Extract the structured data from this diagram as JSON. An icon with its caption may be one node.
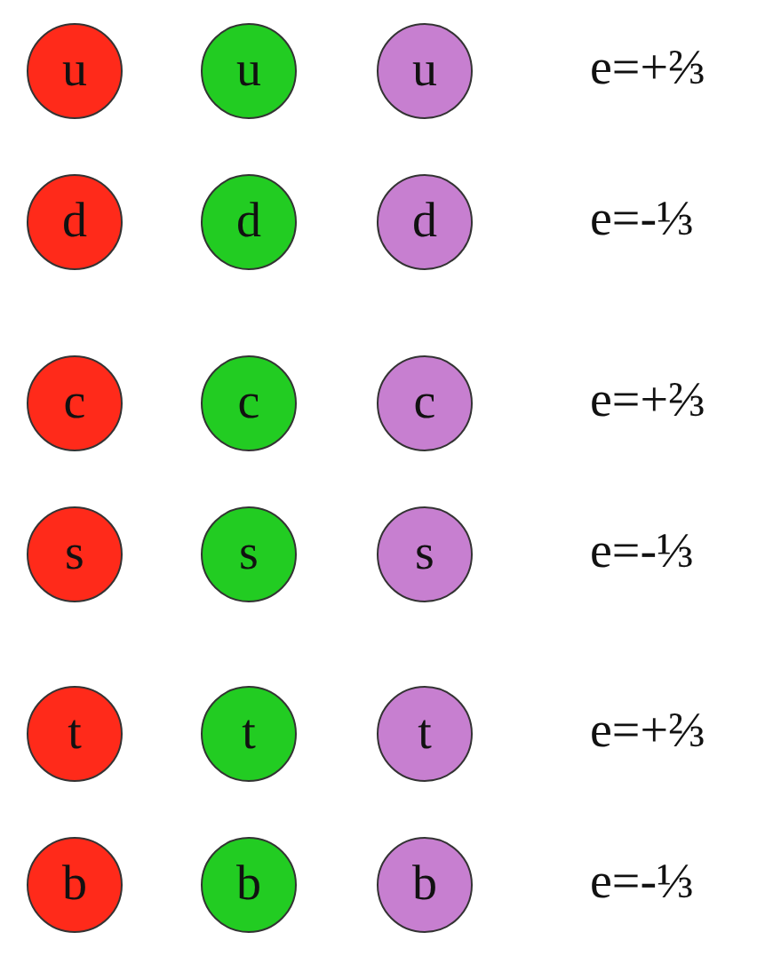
{
  "diagram": {
    "nodes": [
      {
        "text": [
          "u"
        ]
      },
      {
        "text": [
          "u"
        ]
      },
      {
        "text": [
          "u"
        ]
      },
      {
        "text": [
          "d"
        ]
      },
      {
        "text": [
          "d"
        ]
      },
      {
        "text": [
          "d"
        ]
      },
      {
        "text": [
          "c"
        ]
      },
      {
        "text": [
          "c"
        ]
      },
      {
        "text": [
          "c"
        ]
      },
      {
        "text": [
          "s"
        ]
      },
      {
        "text": [
          "s"
        ]
      },
      {
        "text": [
          "s"
        ]
      },
      {
        "text": [
          "t"
        ]
      },
      {
        "text": [
          "t"
        ]
      },
      {
        "text": [
          "t"
        ]
      },
      {
        "text": [
          "b"
        ]
      },
      {
        "text": [
          "b"
        ]
      },
      {
        "text": [
          "b"
        ]
      }
    ],
    "labels": [
      "e=+⅔",
      "e=-⅓",
      "e=+⅔",
      "e=-⅓",
      "e=+⅔",
      "e=-⅓"
    ]
  }
}
